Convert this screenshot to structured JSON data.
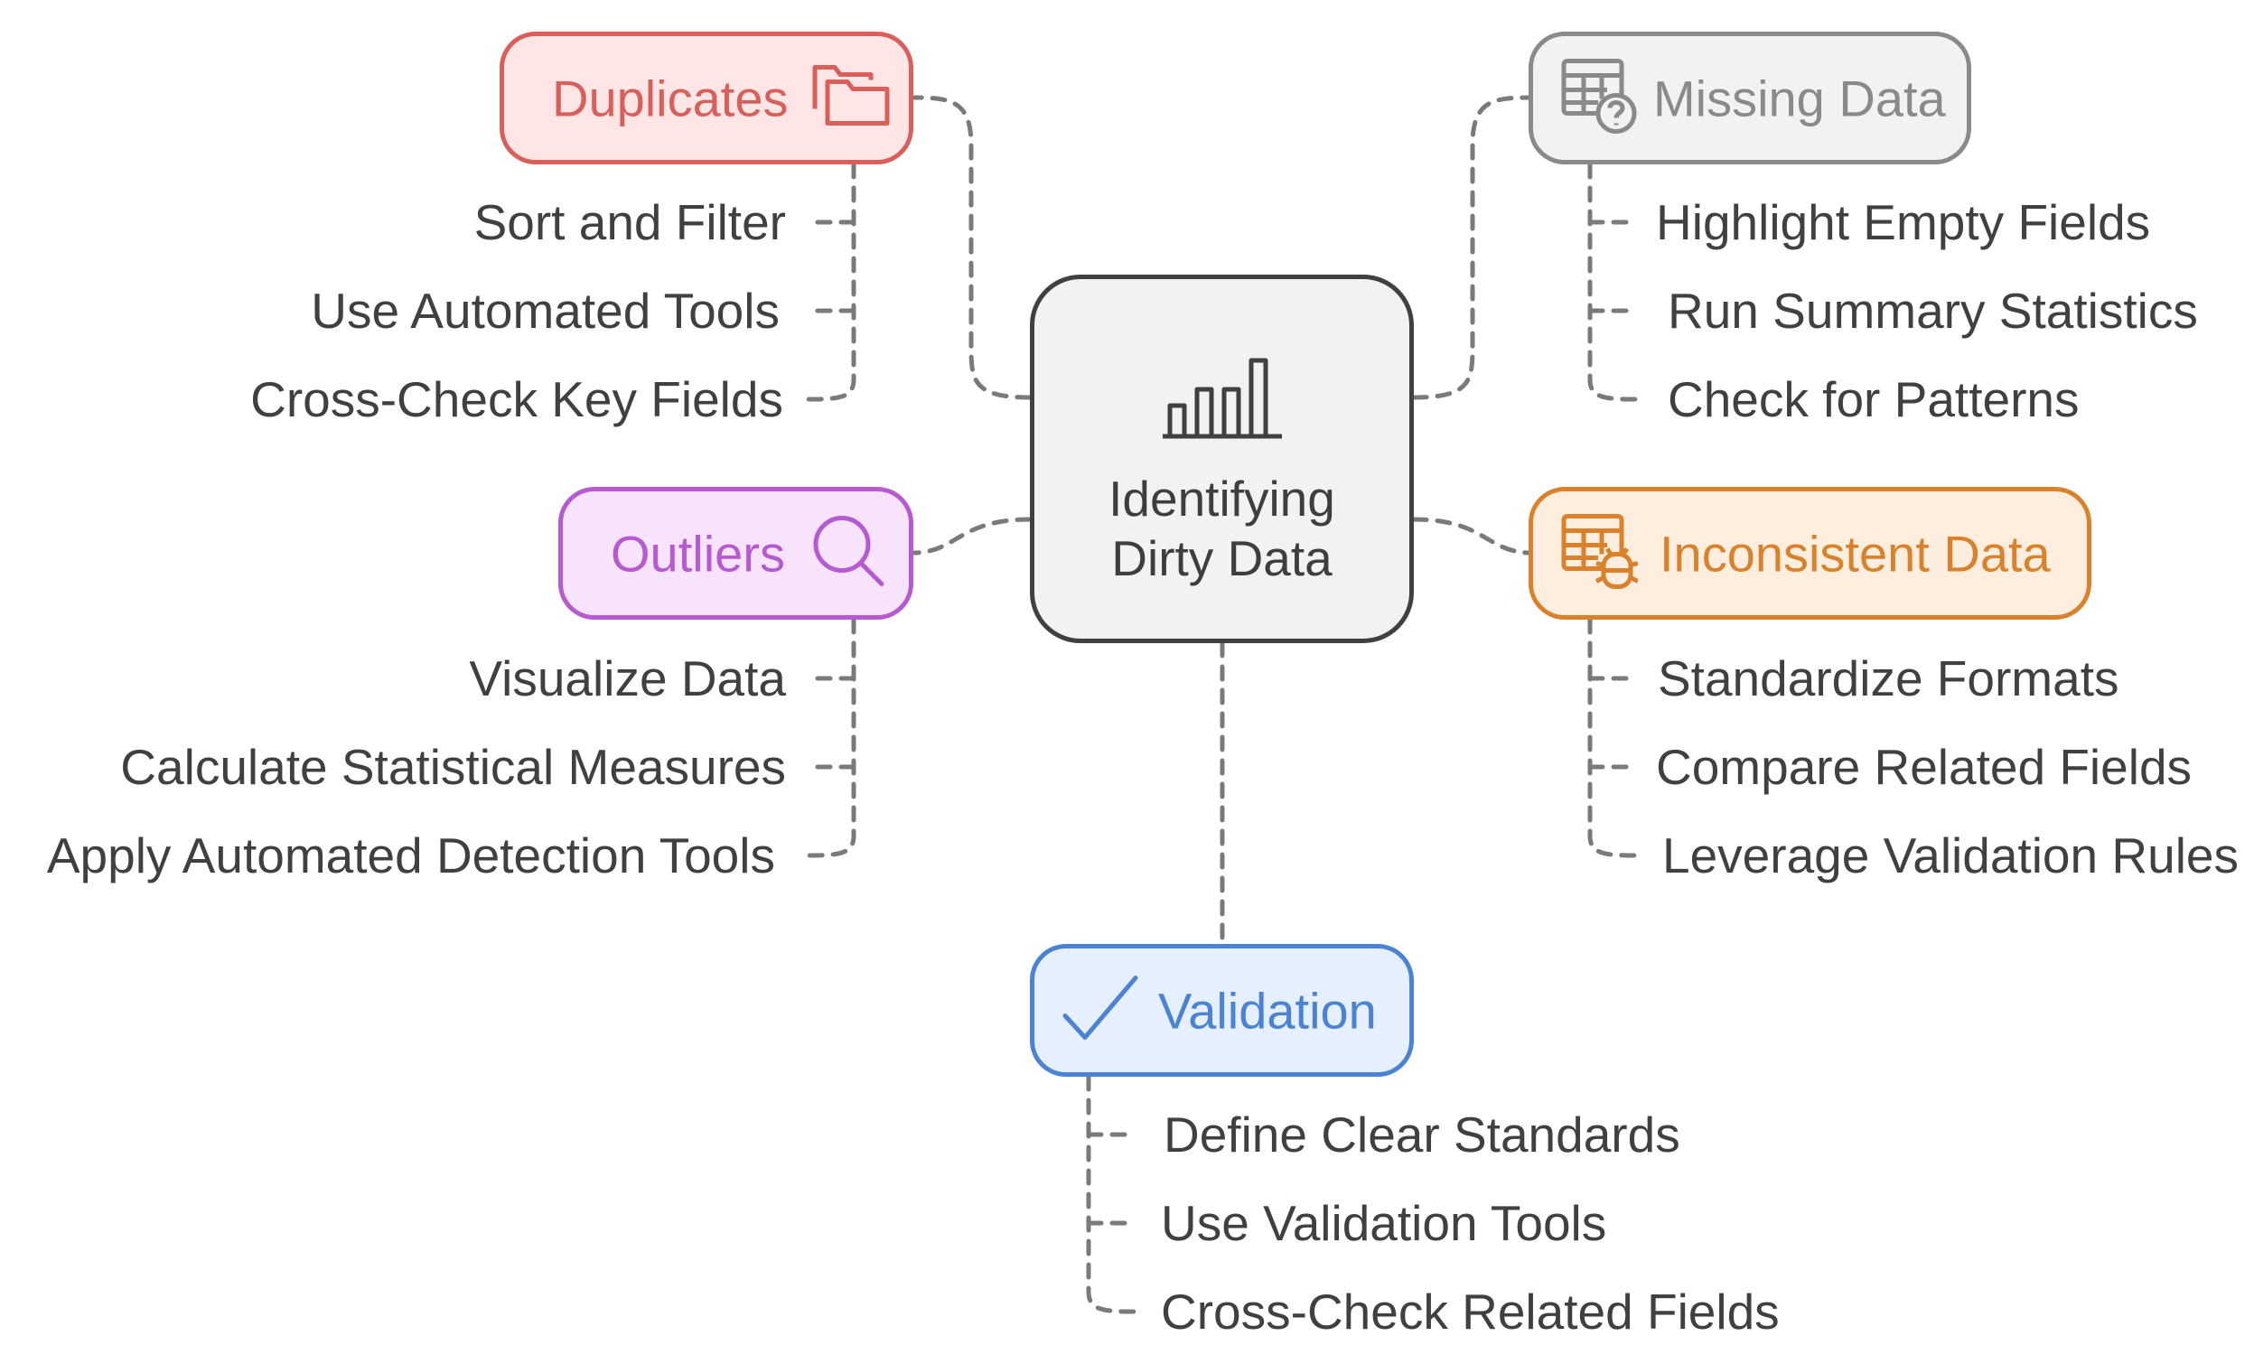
{
  "center": {
    "line1": "Identifying",
    "line2": "Dirty Data",
    "icon": "bar-chart-icon"
  },
  "branches": {
    "duplicates": {
      "title": "Duplicates",
      "icon": "folders-icon",
      "color": "#d95f5b",
      "fill": "#fde6e5",
      "items": [
        "Sort and Filter",
        "Use Automated Tools",
        "Cross-Check Key Fields"
      ]
    },
    "missing": {
      "title": "Missing Data",
      "icon": "table-question-icon",
      "color": "#8a8a8a",
      "fill": "#f2f2f2",
      "items": [
        "Highlight Empty Fields",
        "Run Summary Statistics",
        "Check for Patterns"
      ]
    },
    "outliers": {
      "title": "Outliers",
      "icon": "magnifier-icon",
      "color": "#b55ad0",
      "fill": "#f7e3fb",
      "items": [
        "Visualize Data",
        "Calculate Statistical Measures",
        "Apply Automated Detection Tools"
      ]
    },
    "inconsistent": {
      "title": "Inconsistent Data",
      "icon": "table-bug-icon",
      "color": "#d9822b",
      "fill": "#fdeedf",
      "items": [
        "Standardize Formats",
        "Compare Related Fields",
        "Leverage Validation Rules"
      ]
    },
    "validation": {
      "title": "Validation",
      "icon": "checkmark-icon",
      "color": "#4a82d4",
      "fill": "#e5effd",
      "items": [
        "Define Clear Standards",
        "Use Validation Tools",
        "Cross-Check Related Fields"
      ]
    }
  },
  "connector_color": "#7a7a7a"
}
